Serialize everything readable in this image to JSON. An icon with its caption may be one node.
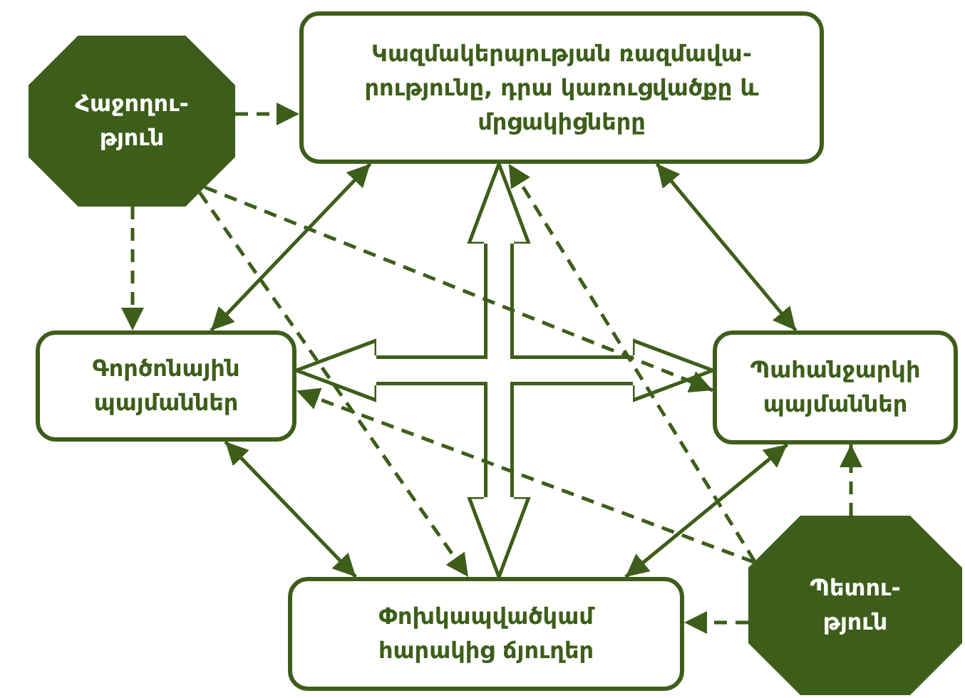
{
  "diagram": {
    "nodes": [
      {
        "text": [
          "Հաջողու- թյուն"
        ]
      },
      {
        "text": [
          "Կազմակերպության ռազմավա- րությունը, դրա կառուցվածքը և մրցակիցները"
        ]
      },
      {
        "text": [
          "Գործոնային պայմաններ"
        ]
      },
      {
        "text": [
          "Պահանջարկի պայմաններ"
        ]
      },
      {
        "text": [
          "Փոխկապվածկամ հարակից ճյուղեր"
        ]
      },
      {
        "text": [
          "Պետու- թյուն"
        ]
      }
    ],
    "edges": [
      {
        "from": 0,
        "to": 1,
        "arrow": "to",
        "style": "dashed"
      },
      {
        "from": 0,
        "to": 2,
        "arrow": "to",
        "style": "dashed"
      },
      {
        "from": 0,
        "to": 4,
        "arrow": "to",
        "style": "dashed"
      },
      {
        "from": 0,
        "to": 3,
        "arrow": "to",
        "style": "dashed"
      },
      {
        "from": 5,
        "to": 3,
        "arrow": "to",
        "style": "dashed"
      },
      {
        "from": 5,
        "to": 4,
        "arrow": "to",
        "style": "dashed"
      },
      {
        "from": 5,
        "to": 1,
        "arrow": "to",
        "style": "dashed"
      },
      {
        "from": 5,
        "to": 2,
        "arrow": "to",
        "style": "dashed"
      },
      {
        "from": 1,
        "to": 2,
        "arrow": "both"
      },
      {
        "from": 1,
        "to": 3,
        "arrow": "both"
      },
      {
        "from": 2,
        "to": 4,
        "arrow": "both"
      },
      {
        "from": 3,
        "to": 4,
        "arrow": "both"
      },
      {
        "from": null,
        "to": 1,
        "arrow": "to",
        "style": "thick"
      },
      {
        "from": null,
        "to": 2,
        "arrow": "to",
        "style": "thick"
      },
      {
        "from": null,
        "to": 3,
        "arrow": "to",
        "style": "thick"
      },
      {
        "from": null,
        "to": 4,
        "arrow": "to",
        "style": "thick"
      }
    ]
  }
}
